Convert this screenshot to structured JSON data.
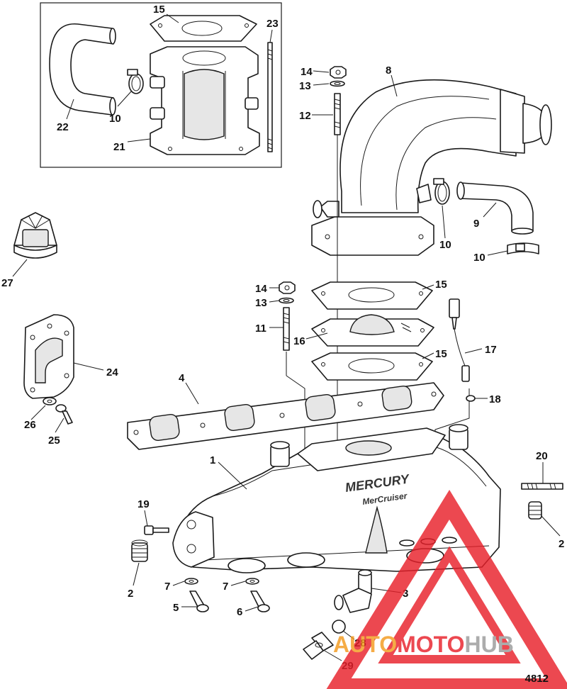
{
  "figure_number": "4812",
  "brand_marks": {
    "mercury": "MERCURY",
    "mercruiser": "MerCruiser"
  },
  "watermark": {
    "text_part1": "AUTO",
    "text_part2": "MOTO",
    "text_part3": "HUB",
    "color_red": "#e8202a",
    "color_orange": "#f39a1e",
    "color_grey": "#9a9a9a"
  },
  "callouts": [
    {
      "id": "c1",
      "label": "1"
    },
    {
      "id": "c2a",
      "label": "2"
    },
    {
      "id": "c2b",
      "label": "2"
    },
    {
      "id": "c3",
      "label": "3"
    },
    {
      "id": "c4",
      "label": "4"
    },
    {
      "id": "c5",
      "label": "5"
    },
    {
      "id": "c6",
      "label": "6"
    },
    {
      "id": "c7a",
      "label": "7"
    },
    {
      "id": "c7b",
      "label": "7"
    },
    {
      "id": "c8",
      "label": "8"
    },
    {
      "id": "c9",
      "label": "9"
    },
    {
      "id": "c10a",
      "label": "10"
    },
    {
      "id": "c10b",
      "label": "10"
    },
    {
      "id": "c10c",
      "label": "10"
    },
    {
      "id": "c11",
      "label": "11"
    },
    {
      "id": "c12",
      "label": "12"
    },
    {
      "id": "c13a",
      "label": "13"
    },
    {
      "id": "c13b",
      "label": "13"
    },
    {
      "id": "c14a",
      "label": "14"
    },
    {
      "id": "c14b",
      "label": "14"
    },
    {
      "id": "c15a",
      "label": "15"
    },
    {
      "id": "c15b",
      "label": "15"
    },
    {
      "id": "c15c",
      "label": "15"
    },
    {
      "id": "c16",
      "label": "16"
    },
    {
      "id": "c17",
      "label": "17"
    },
    {
      "id": "c18",
      "label": "18"
    },
    {
      "id": "c19",
      "label": "19"
    },
    {
      "id": "c20",
      "label": "20"
    },
    {
      "id": "c21",
      "label": "21"
    },
    {
      "id": "c22",
      "label": "22"
    },
    {
      "id": "c23",
      "label": "23"
    },
    {
      "id": "c24",
      "label": "24"
    },
    {
      "id": "c25",
      "label": "25"
    },
    {
      "id": "c26",
      "label": "26"
    },
    {
      "id": "c27",
      "label": "27"
    },
    {
      "id": "c28",
      "label": "28"
    },
    {
      "id": "c29",
      "label": "29"
    }
  ]
}
